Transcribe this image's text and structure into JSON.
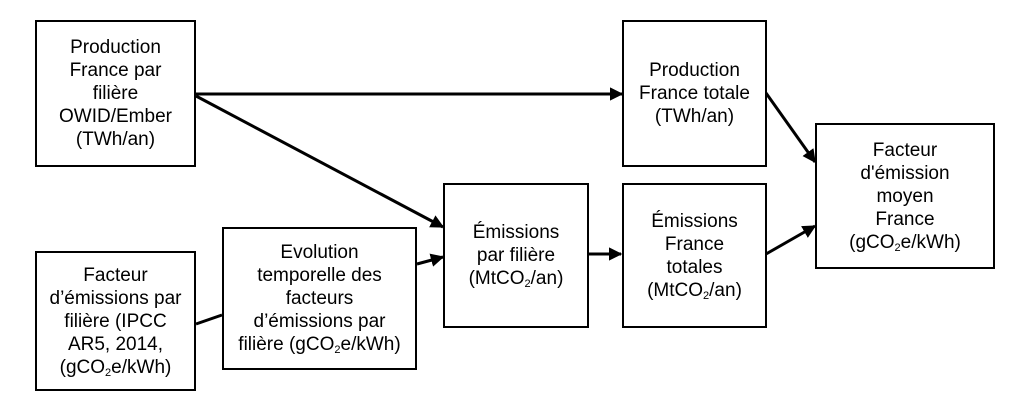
{
  "boxes": {
    "production_filiere": [
      "Production",
      "France par",
      "filière",
      "OWID/Ember",
      "(TWh/an)"
    ],
    "production_totale": [
      "Production",
      "France totale",
      "(TWh/an)"
    ],
    "facteur_moyen": {
      "lines": [
        "Facteur",
        "d'émission",
        "moyen",
        "France"
      ],
      "unit_pre": "(gCO",
      "unit_sub": "2",
      "unit_post": "e/kWh)"
    },
    "emissions_filiere": {
      "lines": [
        "Émissions",
        "par filière"
      ],
      "unit_pre": "(MtCO",
      "unit_sub": "2",
      "unit_post": "/an)"
    },
    "emissions_totales": {
      "lines": [
        "Émissions",
        "France",
        "totales"
      ],
      "unit_pre": "(MtCO",
      "unit_sub": "2",
      "unit_post": "/an)"
    },
    "evolution": {
      "lines": [
        "Evolution",
        "temporelle des",
        "facteurs",
        "d’émissions par"
      ],
      "unit_pre": "filière (gCO",
      "unit_sub": "2",
      "unit_post": "e/kWh)"
    },
    "facteur_filiere": {
      "lines": [
        "Facteur",
        "d’émissions par",
        "filière (IPCC",
        "AR5, 2014,"
      ],
      "unit_pre": "(gCO",
      "unit_sub": "2",
      "unit_post": "e/kWh)"
    }
  }
}
